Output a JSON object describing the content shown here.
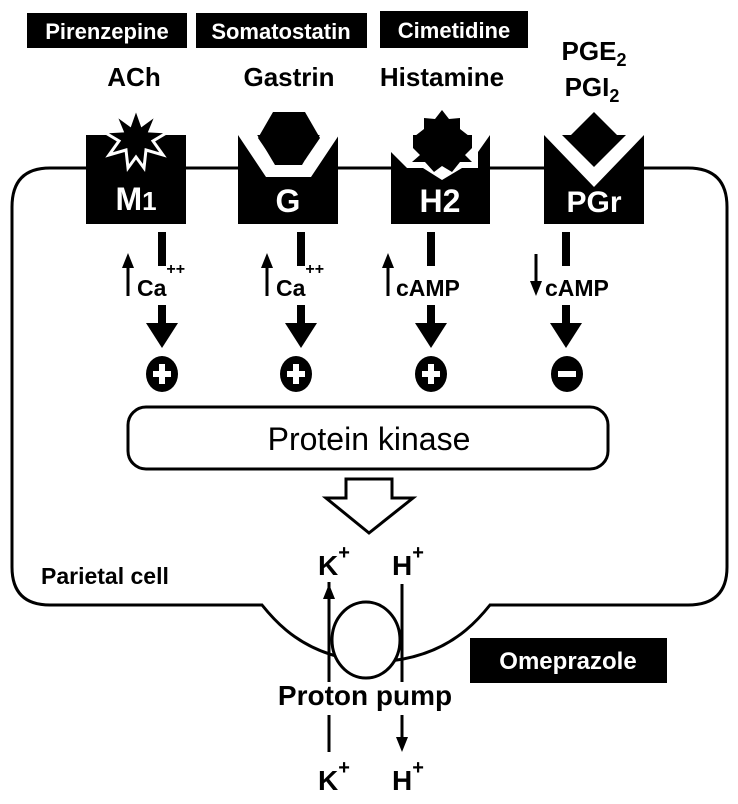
{
  "inhibitors": [
    {
      "label": "Pirenzepine"
    },
    {
      "label": "Somatostatin"
    },
    {
      "label": "Cimetidine"
    }
  ],
  "receptors": [
    {
      "ligand": "ACh",
      "ligand_sub": "",
      "receptor": "M",
      "receptor_sub": "1",
      "messenger": "Ca",
      "messenger_sup": "++",
      "direction": "up",
      "effect": "+",
      "ligand_shape": "star"
    },
    {
      "ligand": "Gastrin",
      "ligand_sub": "",
      "receptor": "G",
      "receptor_sub": "",
      "messenger": "Ca",
      "messenger_sup": "++",
      "direction": "up",
      "effect": "+",
      "ligand_shape": "hexagon"
    },
    {
      "ligand": "Histamine",
      "ligand_sub": "",
      "receptor": "H2",
      "receptor_sub": "",
      "messenger": "cAMP",
      "messenger_sup": "",
      "direction": "up",
      "effect": "+",
      "ligand_shape": "octagram"
    },
    {
      "ligand": "PGE",
      "ligand_sub": "2",
      "ligand2": "PGI",
      "ligand2_sub": "2",
      "receptor": "PGr",
      "receptor_sub": "",
      "messenger": "cAMP",
      "messenger_sup": "",
      "direction": "down",
      "effect": "−",
      "ligand_shape": "diamond"
    }
  ],
  "protein_kinase": "Protein kinase",
  "cell_label": "Parietal cell",
  "pump": {
    "label": "Proton pump",
    "top_left": "K",
    "top_left_sup": "+",
    "top_right": "H",
    "top_right_sup": "+",
    "bottom_left": "K",
    "bottom_left_sup": "+",
    "bottom_right": "H",
    "bottom_right_sup": "+"
  },
  "pump_inhibitor": "Omeprazole"
}
